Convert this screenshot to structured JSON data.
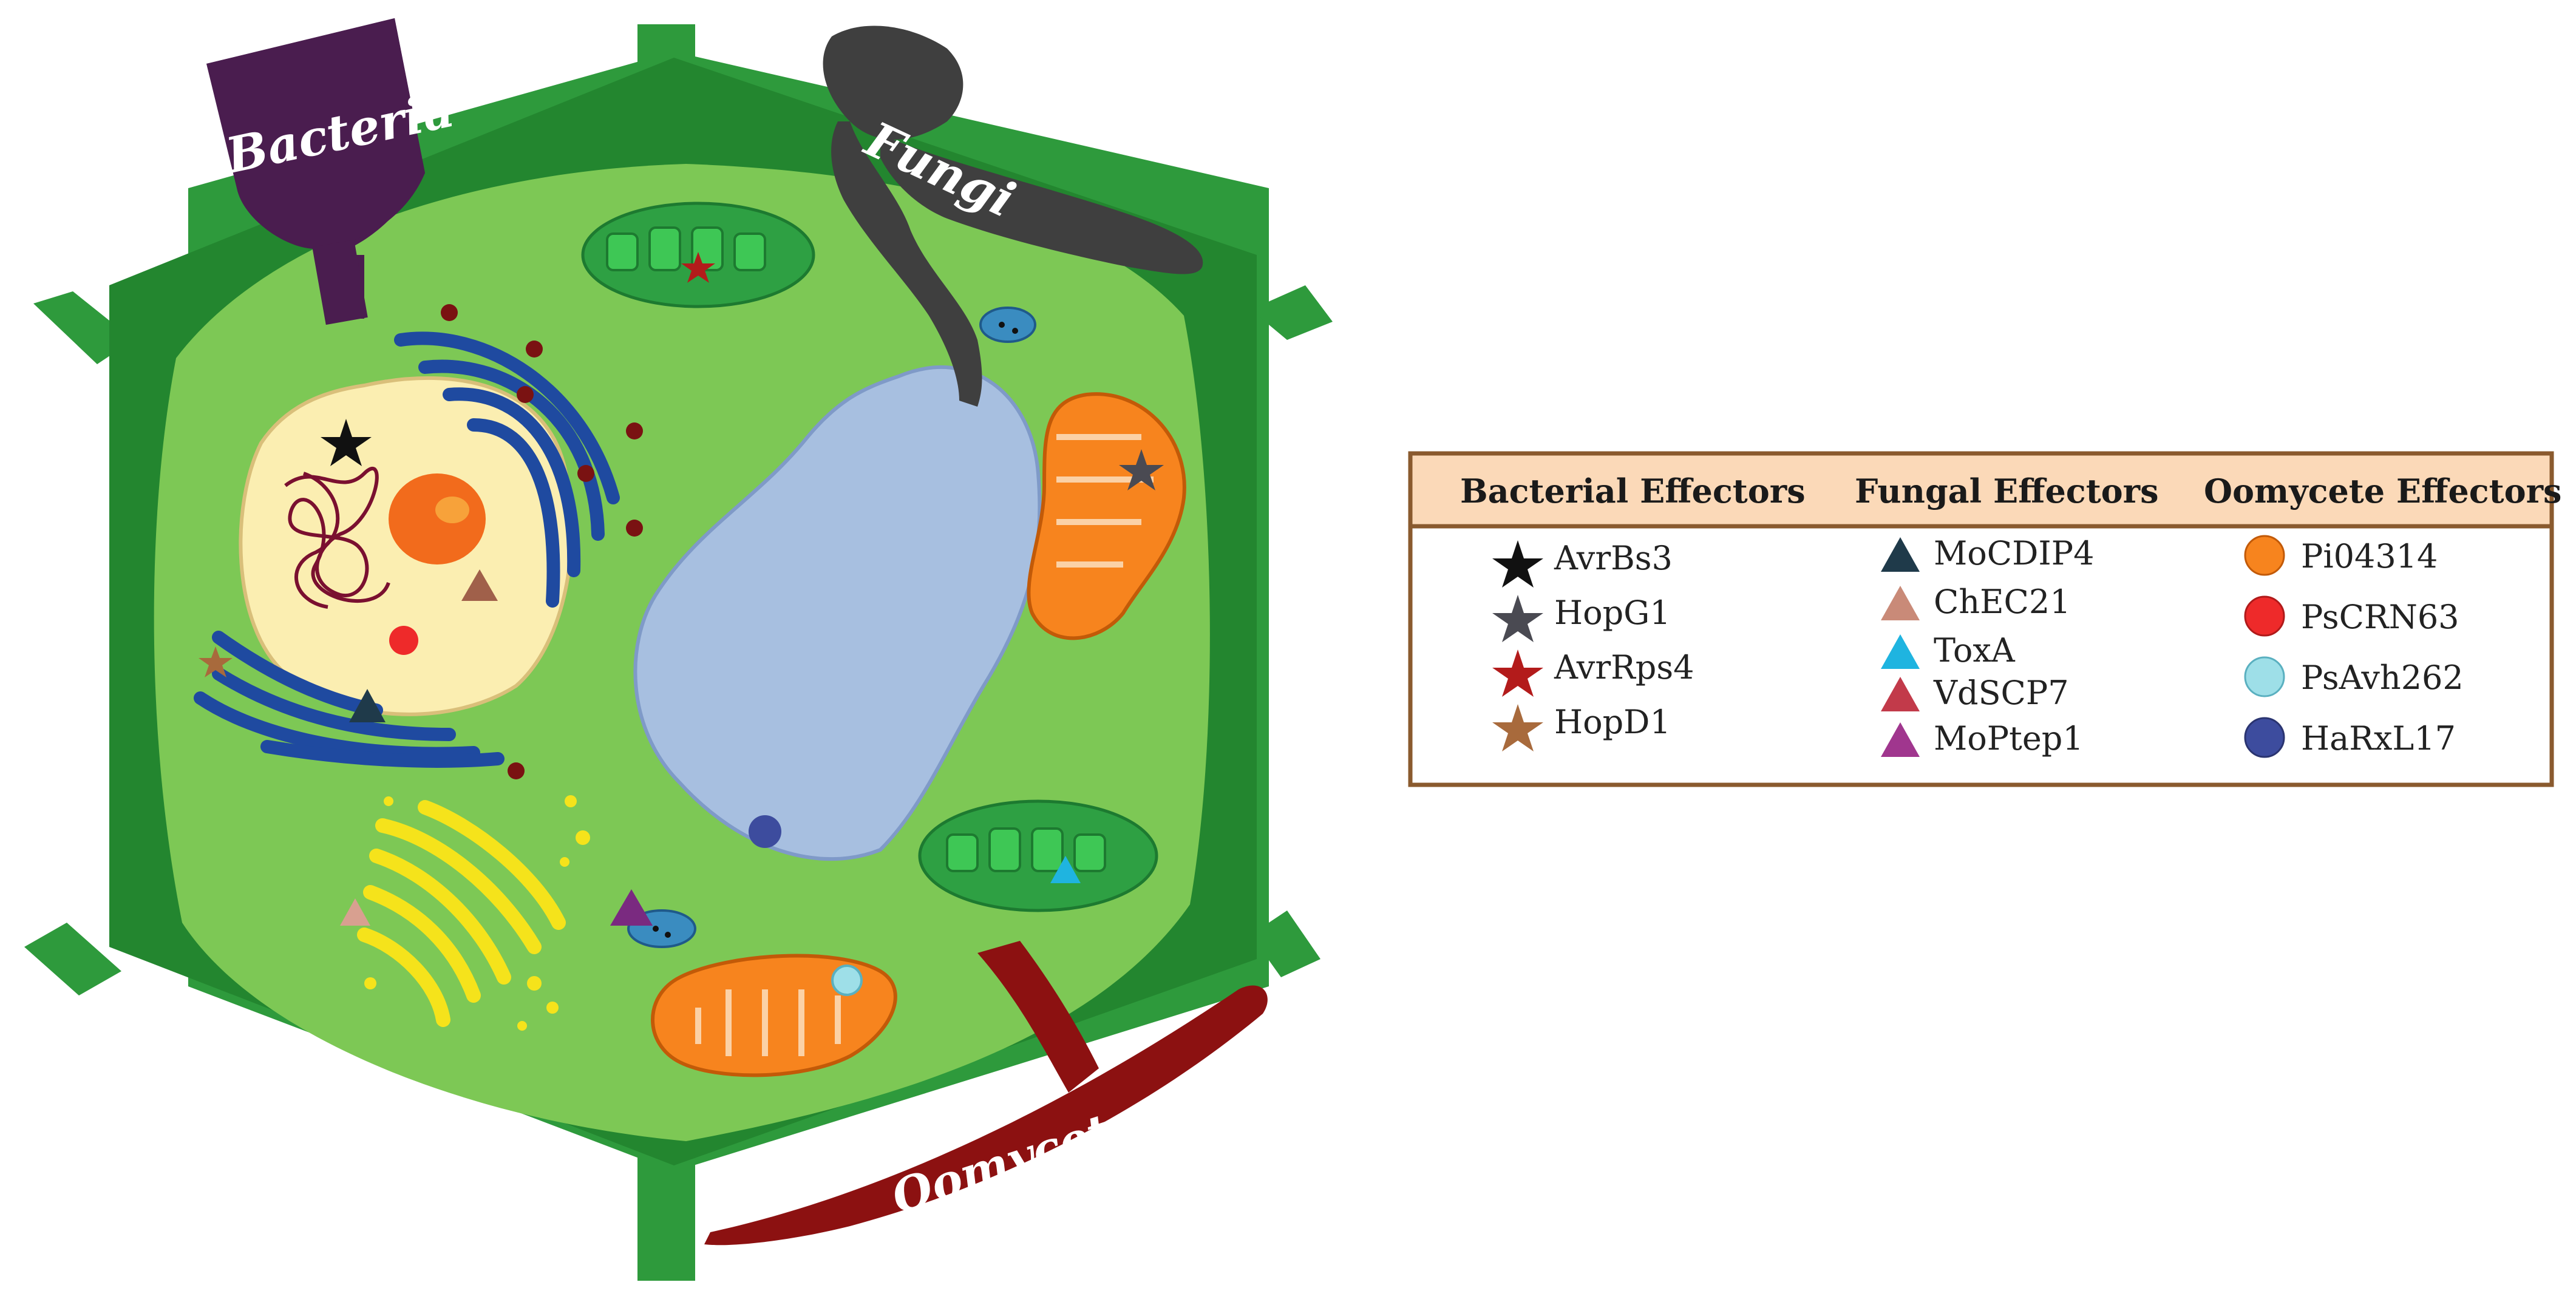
{
  "pathogens": {
    "bacteria": "Bacteria",
    "fungi": "Fungi",
    "oomycetes": "Oomycetes"
  },
  "legend": {
    "bacterial": {
      "header": "Bacterial Effectors",
      "items": [
        {
          "label": "AvrBs3",
          "shape": "star-icon",
          "color": "#111111"
        },
        {
          "label": "HopG1",
          "shape": "star-icon",
          "color": "#4a4a52"
        },
        {
          "label": "AvrRps4",
          "shape": "star-icon",
          "color": "#b31b1b"
        },
        {
          "label": "HopD1",
          "shape": "star-icon",
          "color": "#a86a3c"
        }
      ]
    },
    "fungal": {
      "header": "Fungal Effectors",
      "items": [
        {
          "label": "MoCDIP4",
          "shape": "triangle-icon",
          "color": "#1f3a4a"
        },
        {
          "label": "ChEC21",
          "shape": "triangle-icon",
          "color": "#c98a78"
        },
        {
          "label": "ToxA",
          "shape": "triangle-icon",
          "color": "#1fb4e0"
        },
        {
          "label": "VdSCP7",
          "shape": "triangle-icon",
          "color": "#c23a4a"
        },
        {
          "label": "MoPtep1",
          "shape": "triangle-icon",
          "color": "#a0368e"
        }
      ]
    },
    "oomycete": {
      "header": "Oomycete Effectors",
      "items": [
        {
          "label": "Pi04314",
          "shape": "circle-icon",
          "color": "#f7841e"
        },
        {
          "label": "PsCRN63",
          "shape": "circle-icon",
          "color": "#ee2a2a"
        },
        {
          "label": "PsAvh262",
          "shape": "circle-icon",
          "color": "#9edfe8"
        },
        {
          "label": "HaRxL17",
          "shape": "circle-icon",
          "color": "#3d4c9e"
        }
      ]
    }
  },
  "colors": {
    "cell_wall": "#2e9a3c",
    "cytoplasm": "#7dc855",
    "vacuole": "#a7bfe0",
    "nucleus": "#fbeeb1",
    "er": "#1f4aa0",
    "golgi": "#f5e31b",
    "mitochondria": "#f7841e",
    "chloroplast": "#2ea043",
    "bacteria": "#4a1d4f",
    "fungi": "#3f3f3f",
    "oomycetes": "#8c1111",
    "legend_border": "#8a5a2e",
    "legend_header_bg": "#fbd9b8"
  }
}
